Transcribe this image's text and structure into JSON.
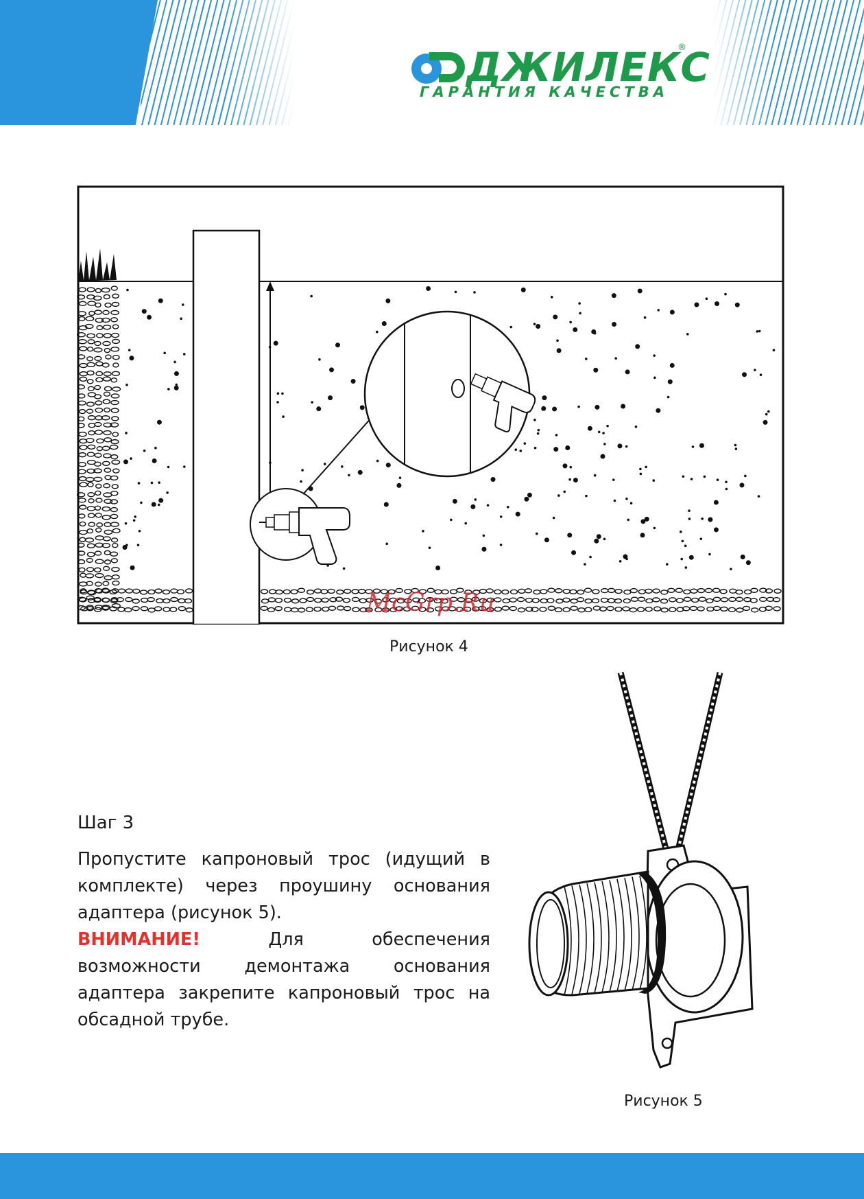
{
  "brand": {
    "name": "ДЖИЛЕКС",
    "registered_mark": "®",
    "slogan": "ГАРАНТИЯ КАЧЕСТВА",
    "color_green": "#1f9a4a",
    "color_blue": "#2a95dc"
  },
  "figure4": {
    "caption": "Рисунок 4"
  },
  "watermark": "McGrp.Ru",
  "step": {
    "title": "Шаг 3",
    "paragraph": "Пропустите капроновый трос (идущий в комплекте) через проушину основания адаптера (рисунок 5).",
    "warning_label": "ВНИМАНИЕ!",
    "warning_text": " Для обеспечения возможности демонтажа основания адаптера закрепите капроновый трос на обсадной трубе."
  },
  "figure5": {
    "caption": "Рисунок 5"
  },
  "icons": {
    "logo": "jileks-logo-icon",
    "drill": "drill-icon",
    "adapter": "well-adapter-icon"
  }
}
